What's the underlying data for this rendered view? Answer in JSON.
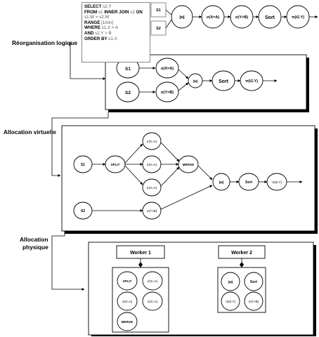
{
  "sql": {
    "lines": [
      {
        "kw": "SELECT",
        "rest": " s2.Y"
      },
      {
        "kw": "FROM",
        "rest": " s1 ",
        "kw2": "INNER JOIN",
        "rest2": " s2 ",
        "kw3": "ON"
      },
      {
        "kw": "",
        "rest": "s1.W = s2.W"
      },
      {
        "kw": "RANGE",
        "rest": " [1min]"
      },
      {
        "kw": "WHERE",
        "rest": " s1.X = A"
      },
      {
        "kw": "AND",
        "rest": " s2.Y > B"
      },
      {
        "kw": "ORDER BY",
        "rest": " s1.X"
      }
    ]
  },
  "sections": {
    "logical": "Réorganisation logique",
    "virtual": "Allocation virtuelle",
    "physical_1": "Allocation",
    "physical_2": "physique"
  },
  "stage1": {
    "src1": "S1",
    "src2": "S2",
    "join": "⋈",
    "sel_a": "σ(X=A)",
    "sel_b": "σ(Y>B)",
    "sort": "Sort",
    "proj": "π(t2.Y)"
  },
  "stage2": {
    "src1": "S1",
    "src2": "S2",
    "sel_a": "σ(X=A)",
    "sel_b": "σ(Y>B)",
    "join": "⋈",
    "sort": "Sort",
    "proj": "π(t2.Y)"
  },
  "stage3": {
    "src1": "S1",
    "src2": "S2",
    "split": "SPLIT",
    "sel_top": "σ(X=A)",
    "sel_mid": "σ(X=A)",
    "sel_bot": "σ(X=A)",
    "merge": "MERGE",
    "sel_b": "σ(Y>B)",
    "join": "⋈",
    "sort": "Sort",
    "proj": "π(t2.Y)"
  },
  "stage4": {
    "worker1": {
      "title": "Worker 1",
      "ops": [
        "SPLIT",
        "σ(X=A)",
        "σ(X=A)",
        "σ(X=A)",
        "MERGE"
      ]
    },
    "worker2": {
      "title": "Worker 2",
      "ops": [
        "⋈",
        "Sort",
        "π(t2.Y)",
        "σ(Y>B)"
      ]
    }
  }
}
